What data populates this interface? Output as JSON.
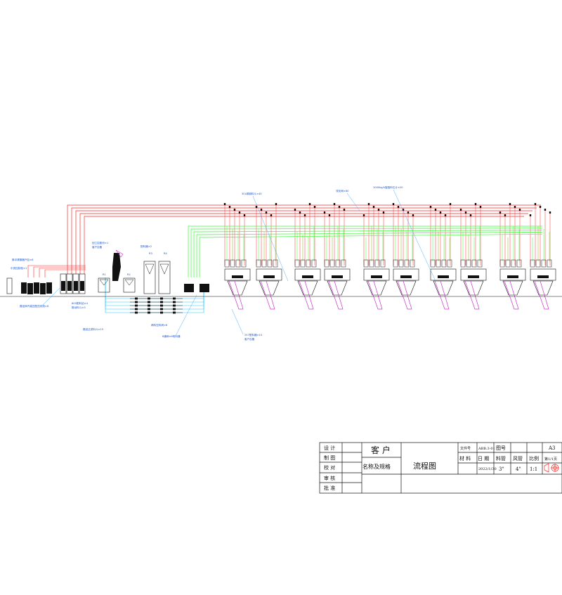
{
  "colors": {
    "red_line": "#ff2a2a",
    "green_line": "#33ff33",
    "cyan_line": "#22ccff",
    "blue_label": "#1a55c8",
    "olive_line": "#9aa800",
    "magenta": "#cc33cc",
    "black": "#111111"
  },
  "labels": {
    "top_a": "30L碳钢料斗×40",
    "top_b": "流化阀×80",
    "top_c": "1000kg/h旋阻料位计×20",
    "left_1": "脉冲清管器汽包×6",
    "left_2": "中央控制柜×1",
    "left_3": "路径阀汽高压配送系统×6",
    "mid_1": "回工控股份×1",
    "mid_2": "客户自备",
    "mid_3": "配料器×2",
    "mid_4": "800配料站×4",
    "mid_5": "推动料斗×3",
    "bottom_1": "路径过滤料斗×15",
    "bottom_2": "两料压料阀×6",
    "bottom_3": "6通阀×6电料器",
    "bottom_4": "257配料器×10",
    "bottom_5": "客户自备",
    "tag_1": "R1",
    "tag_2": "R2",
    "tag_3": "R3",
    "tag_4": "R4"
  },
  "title_block": {
    "design": "设 计",
    "draw": "制 图",
    "check": "校 对",
    "review": "审 核",
    "approve": "批 准",
    "client": "客 户",
    "name_spec": "名称及规格",
    "title": "流程图",
    "doc_no_label": "文件号",
    "doc_no": "ABB.3-01",
    "drawing_no_label": "图号",
    "material_label": "材 料",
    "date_label": "日 期",
    "date": "2022/1/30",
    "material_pipe": "料管",
    "wind_pipe": "风管",
    "size_3": "3\"",
    "size_4": "4\"",
    "scale_label": "比例",
    "scale": "1:1",
    "sheet_size": "A3",
    "page": "第1/1页"
  }
}
